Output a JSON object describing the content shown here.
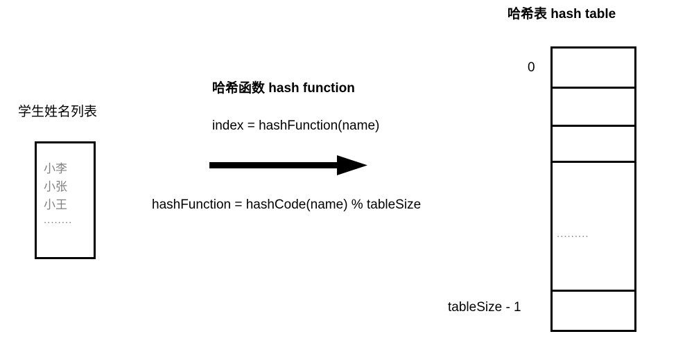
{
  "diagram": {
    "title_left": "学生姓名列表",
    "student_list": {
      "names": [
        "小李",
        "小张",
        "小王"
      ],
      "ellipsis": "........"
    },
    "hash_function": {
      "heading": "哈希函数 hash function",
      "index_expression": "index = hashFunction(name)",
      "formula": "hashFunction = hashCode(name) % tableSize"
    },
    "arrow": {
      "name": "flow-arrow",
      "direction": "right"
    },
    "hash_table": {
      "heading": "哈希表 hash table",
      "first_index_label": "0",
      "last_index_label": "tableSize - 1",
      "cell_ellipsis": ".........",
      "cells": [
        "",
        "",
        "",
        "",
        ""
      ]
    },
    "colors": {
      "stroke": "#000000",
      "background": "#ffffff",
      "muted_text": "#808080"
    }
  }
}
